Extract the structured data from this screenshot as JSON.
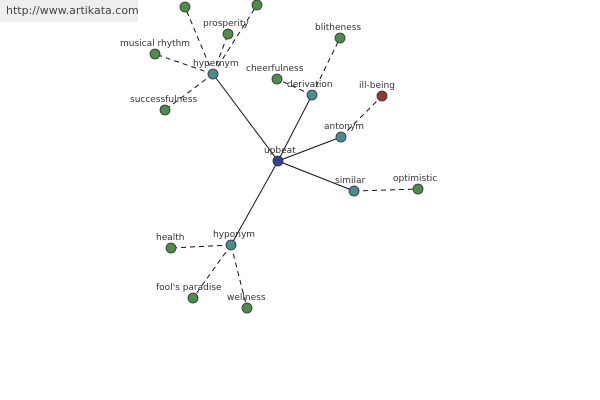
{
  "watermark": "http://www.artikata.com",
  "colors": {
    "center": "#3a3f8f",
    "relation": "#4d8c8c",
    "term": "#4f8a4f",
    "antonym_term": "#8c3a3a"
  },
  "center": {
    "label": "upbeat"
  },
  "relations": [
    {
      "label": "hypernym"
    },
    {
      "label": "derivation"
    },
    {
      "label": "antonym"
    },
    {
      "label": "similar"
    },
    {
      "label": "hyponym"
    }
  ],
  "terms": [
    {
      "label": ""
    },
    {
      "label": ""
    },
    {
      "label": "prosperity"
    },
    {
      "label": "musical rhythm"
    },
    {
      "label": "successfulness"
    },
    {
      "label": "blitheness"
    },
    {
      "label": "cheerfulness"
    },
    {
      "label": "ill-being"
    },
    {
      "label": "optimistic"
    },
    {
      "label": "health"
    },
    {
      "label": "fool's paradise"
    },
    {
      "label": "wellness"
    }
  ]
}
